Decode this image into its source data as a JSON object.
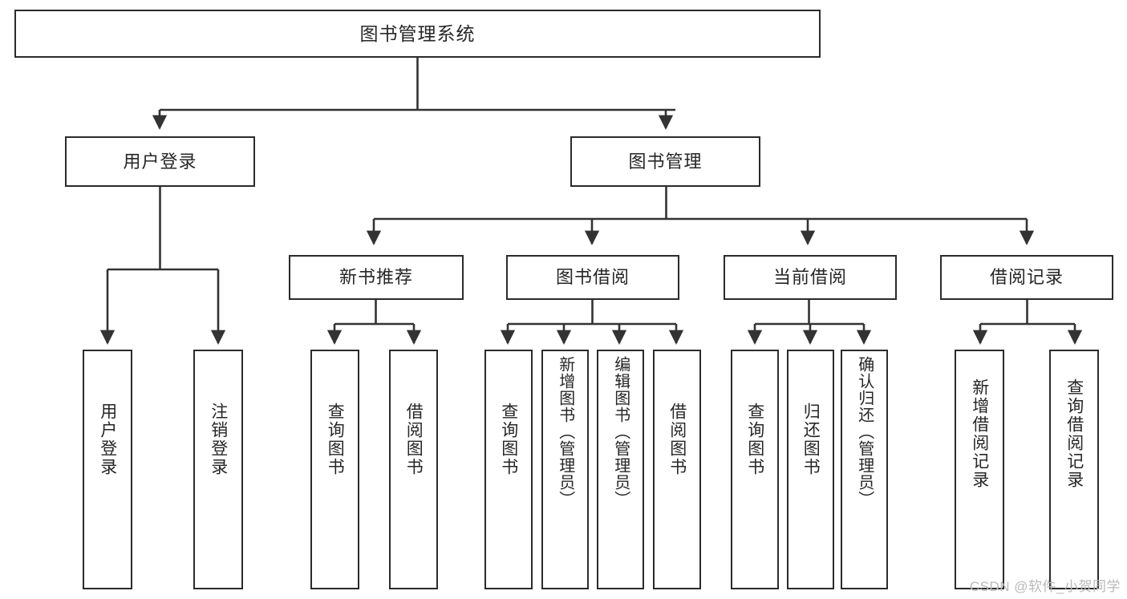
{
  "diagram": {
    "type": "tree-hierarchy",
    "title": "图书管理系统",
    "root": {
      "id": "root",
      "label": "图书管理系统"
    },
    "level2": [
      {
        "id": "user-login",
        "label": "用户登录"
      },
      {
        "id": "book-manage",
        "label": "图书管理"
      }
    ],
    "level3": [
      {
        "id": "new-book-rec",
        "label": "新书推荐"
      },
      {
        "id": "book-borrow",
        "label": "图书借阅"
      },
      {
        "id": "current-borrow",
        "label": "当前借阅"
      },
      {
        "id": "borrow-record",
        "label": "借阅记录"
      }
    ],
    "leaves": [
      {
        "id": "leaf-user-login",
        "label": "用户登录",
        "parent": "user-login"
      },
      {
        "id": "leaf-logout-login",
        "label": "注销登录",
        "parent": "user-login"
      },
      {
        "id": "leaf-query-book-1",
        "label": "查询图书",
        "parent": "new-book-rec"
      },
      {
        "id": "leaf-borrow-book-1",
        "label": "借阅图书",
        "parent": "new-book-rec"
      },
      {
        "id": "leaf-query-book-2",
        "label": "查询图书",
        "parent": "book-borrow"
      },
      {
        "id": "leaf-add-book",
        "label": "新增图书（管理员）",
        "parent": "book-borrow"
      },
      {
        "id": "leaf-edit-book",
        "label": "编辑图书（管理员）",
        "parent": "book-borrow"
      },
      {
        "id": "leaf-borrow-book-2",
        "label": "借阅图书",
        "parent": "book-borrow"
      },
      {
        "id": "leaf-query-book-3",
        "label": "查询图书",
        "parent": "current-borrow"
      },
      {
        "id": "leaf-return-book",
        "label": "归还图书",
        "parent": "current-borrow"
      },
      {
        "id": "leaf-confirm-return",
        "label": "确认归还（管理员）",
        "parent": "current-borrow"
      },
      {
        "id": "leaf-add-record",
        "label": "新增借阅记录",
        "parent": "borrow-record"
      },
      {
        "id": "leaf-query-record",
        "label": "查询借阅记录",
        "parent": "borrow-record"
      }
    ],
    "colors": {
      "background": "#ffffff",
      "box_border": "#2b2b2b",
      "box_fill": "#ffffff",
      "connector": "#333333",
      "text": "#262626",
      "watermark": "#b9b9b9"
    }
  },
  "watermark": {
    "text": "CSDN @软件_小贺同学"
  }
}
